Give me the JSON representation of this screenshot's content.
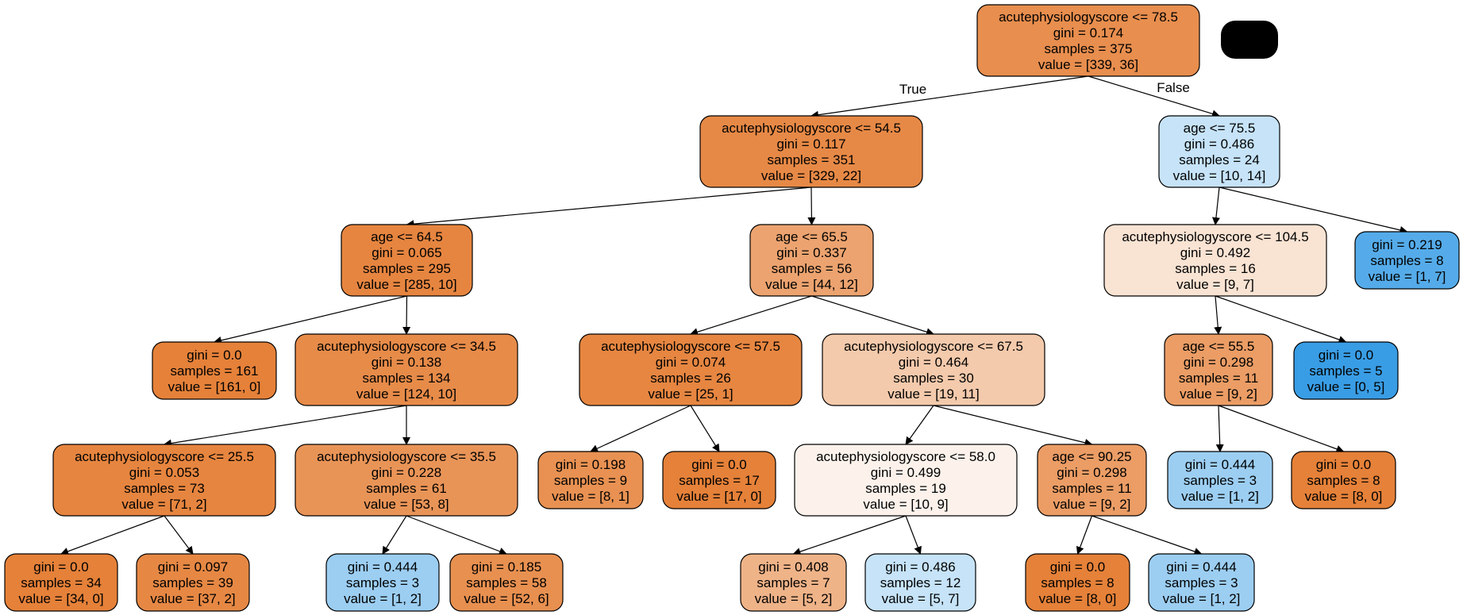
{
  "colors": {
    "class0": "#e58139",
    "class1": "#399de5",
    "edge": "#000000",
    "redaction": "#000000"
  },
  "edge_labels": {
    "true_label": "True",
    "false_label": "False"
  },
  "nodes": [
    {
      "id": "n0",
      "lines": [
        "acutephysiologyscore <= 78.5",
        "gini = 0.174",
        "samples = 375",
        "value = [339, 36]"
      ],
      "value": [
        339,
        36
      ]
    },
    {
      "id": "n1",
      "lines": [
        "acutephysiologyscore <= 54.5",
        "gini = 0.117",
        "samples = 351",
        "value = [329, 22]"
      ],
      "value": [
        329,
        22
      ]
    },
    {
      "id": "n2",
      "lines": [
        "age <= 64.5",
        "gini = 0.065",
        "samples = 295",
        "value = [285, 10]"
      ],
      "value": [
        285,
        10
      ]
    },
    {
      "id": "n3",
      "lines": [
        "gini = 0.0",
        "samples = 161",
        "value = [161, 0]"
      ],
      "value": [
        161,
        0
      ]
    },
    {
      "id": "n4",
      "lines": [
        "acutephysiologyscore <= 34.5",
        "gini = 0.138",
        "samples = 134",
        "value = [124, 10]"
      ],
      "value": [
        124,
        10
      ]
    },
    {
      "id": "n5",
      "lines": [
        "acutephysiologyscore <= 25.5",
        "gini = 0.053",
        "samples = 73",
        "value = [71, 2]"
      ],
      "value": [
        71,
        2
      ]
    },
    {
      "id": "n6",
      "lines": [
        "gini = 0.0",
        "samples = 34",
        "value = [34, 0]"
      ],
      "value": [
        34,
        0
      ]
    },
    {
      "id": "n7",
      "lines": [
        "gini = 0.097",
        "samples = 39",
        "value = [37, 2]"
      ],
      "value": [
        37,
        2
      ]
    },
    {
      "id": "n8",
      "lines": [
        "acutephysiologyscore <= 35.5",
        "gini = 0.228",
        "samples = 61",
        "value = [53, 8]"
      ],
      "value": [
        53,
        8
      ]
    },
    {
      "id": "n9",
      "lines": [
        "gini = 0.444",
        "samples = 3",
        "value = [1, 2]"
      ],
      "value": [
        1,
        2
      ]
    },
    {
      "id": "n10",
      "lines": [
        "gini = 0.185",
        "samples = 58",
        "value = [52, 6]"
      ],
      "value": [
        52,
        6
      ]
    },
    {
      "id": "n11",
      "lines": [
        "age <= 65.5",
        "gini = 0.337",
        "samples = 56",
        "value = [44, 12]"
      ],
      "value": [
        44,
        12
      ]
    },
    {
      "id": "n12",
      "lines": [
        "acutephysiologyscore <= 57.5",
        "gini = 0.074",
        "samples = 26",
        "value = [25, 1]"
      ],
      "value": [
        25,
        1
      ]
    },
    {
      "id": "n13",
      "lines": [
        "gini = 0.198",
        "samples = 9",
        "value = [8, 1]"
      ],
      "value": [
        8,
        1
      ]
    },
    {
      "id": "n14",
      "lines": [
        "gini = 0.0",
        "samples = 17",
        "value = [17, 0]"
      ],
      "value": [
        17,
        0
      ]
    },
    {
      "id": "n15",
      "lines": [
        "acutephysiologyscore <= 67.5",
        "gini = 0.464",
        "samples = 30",
        "value = [19, 11]"
      ],
      "value": [
        19,
        11
      ]
    },
    {
      "id": "n16",
      "lines": [
        "acutephysiologyscore <= 58.0",
        "gini = 0.499",
        "samples = 19",
        "value = [10, 9]"
      ],
      "value": [
        10,
        9
      ]
    },
    {
      "id": "n17",
      "lines": [
        "gini = 0.408",
        "samples = 7",
        "value = [5, 2]"
      ],
      "value": [
        5,
        2
      ]
    },
    {
      "id": "n18",
      "lines": [
        "gini = 0.486",
        "samples = 12",
        "value = [5, 7]"
      ],
      "value": [
        5,
        7
      ]
    },
    {
      "id": "n19",
      "lines": [
        "age <= 90.25",
        "gini = 0.298",
        "samples = 11",
        "value = [9, 2]"
      ],
      "value": [
        9,
        2
      ]
    },
    {
      "id": "n20",
      "lines": [
        "gini = 0.0",
        "samples = 8",
        "value = [8, 0]"
      ],
      "value": [
        8,
        0
      ]
    },
    {
      "id": "n21",
      "lines": [
        "gini = 0.444",
        "samples = 3",
        "value = [1, 2]"
      ],
      "value": [
        1,
        2
      ]
    },
    {
      "id": "n22",
      "lines": [
        "age <= 75.5",
        "gini = 0.486",
        "samples = 24",
        "value = [10, 14]"
      ],
      "value": [
        10,
        14
      ]
    },
    {
      "id": "n23",
      "lines": [
        "acutephysiologyscore <= 104.5",
        "gini = 0.492",
        "samples = 16",
        "value = [9, 7]"
      ],
      "value": [
        9,
        7
      ]
    },
    {
      "id": "n24",
      "lines": [
        "age <= 55.5",
        "gini = 0.298",
        "samples = 11",
        "value = [9, 2]"
      ],
      "value": [
        9,
        2
      ]
    },
    {
      "id": "n25",
      "lines": [
        "gini = 0.444",
        "samples = 3",
        "value = [1, 2]"
      ],
      "value": [
        1,
        2
      ]
    },
    {
      "id": "n26",
      "lines": [
        "gini = 0.0",
        "samples = 8",
        "value = [8, 0]"
      ],
      "value": [
        8,
        0
      ]
    },
    {
      "id": "n27",
      "lines": [
        "gini = 0.0",
        "samples = 5",
        "value = [0, 5]"
      ],
      "value": [
        0,
        5
      ]
    },
    {
      "id": "n28",
      "lines": [
        "gini = 0.219",
        "samples = 8",
        "value = [1, 7]"
      ],
      "value": [
        1,
        7
      ]
    }
  ],
  "edges": [
    [
      "n0",
      "n1"
    ],
    [
      "n0",
      "n22"
    ],
    [
      "n1",
      "n2"
    ],
    [
      "n1",
      "n11"
    ],
    [
      "n2",
      "n3"
    ],
    [
      "n2",
      "n4"
    ],
    [
      "n4",
      "n5"
    ],
    [
      "n4",
      "n8"
    ],
    [
      "n5",
      "n6"
    ],
    [
      "n5",
      "n7"
    ],
    [
      "n8",
      "n9"
    ],
    [
      "n8",
      "n10"
    ],
    [
      "n11",
      "n12"
    ],
    [
      "n11",
      "n15"
    ],
    [
      "n12",
      "n13"
    ],
    [
      "n12",
      "n14"
    ],
    [
      "n15",
      "n16"
    ],
    [
      "n15",
      "n19"
    ],
    [
      "n16",
      "n17"
    ],
    [
      "n16",
      "n18"
    ],
    [
      "n19",
      "n20"
    ],
    [
      "n19",
      "n21"
    ],
    [
      "n22",
      "n23"
    ],
    [
      "n22",
      "n28"
    ],
    [
      "n23",
      "n24"
    ],
    [
      "n23",
      "n27"
    ],
    [
      "n24",
      "n25"
    ],
    [
      "n24",
      "n26"
    ]
  ]
}
